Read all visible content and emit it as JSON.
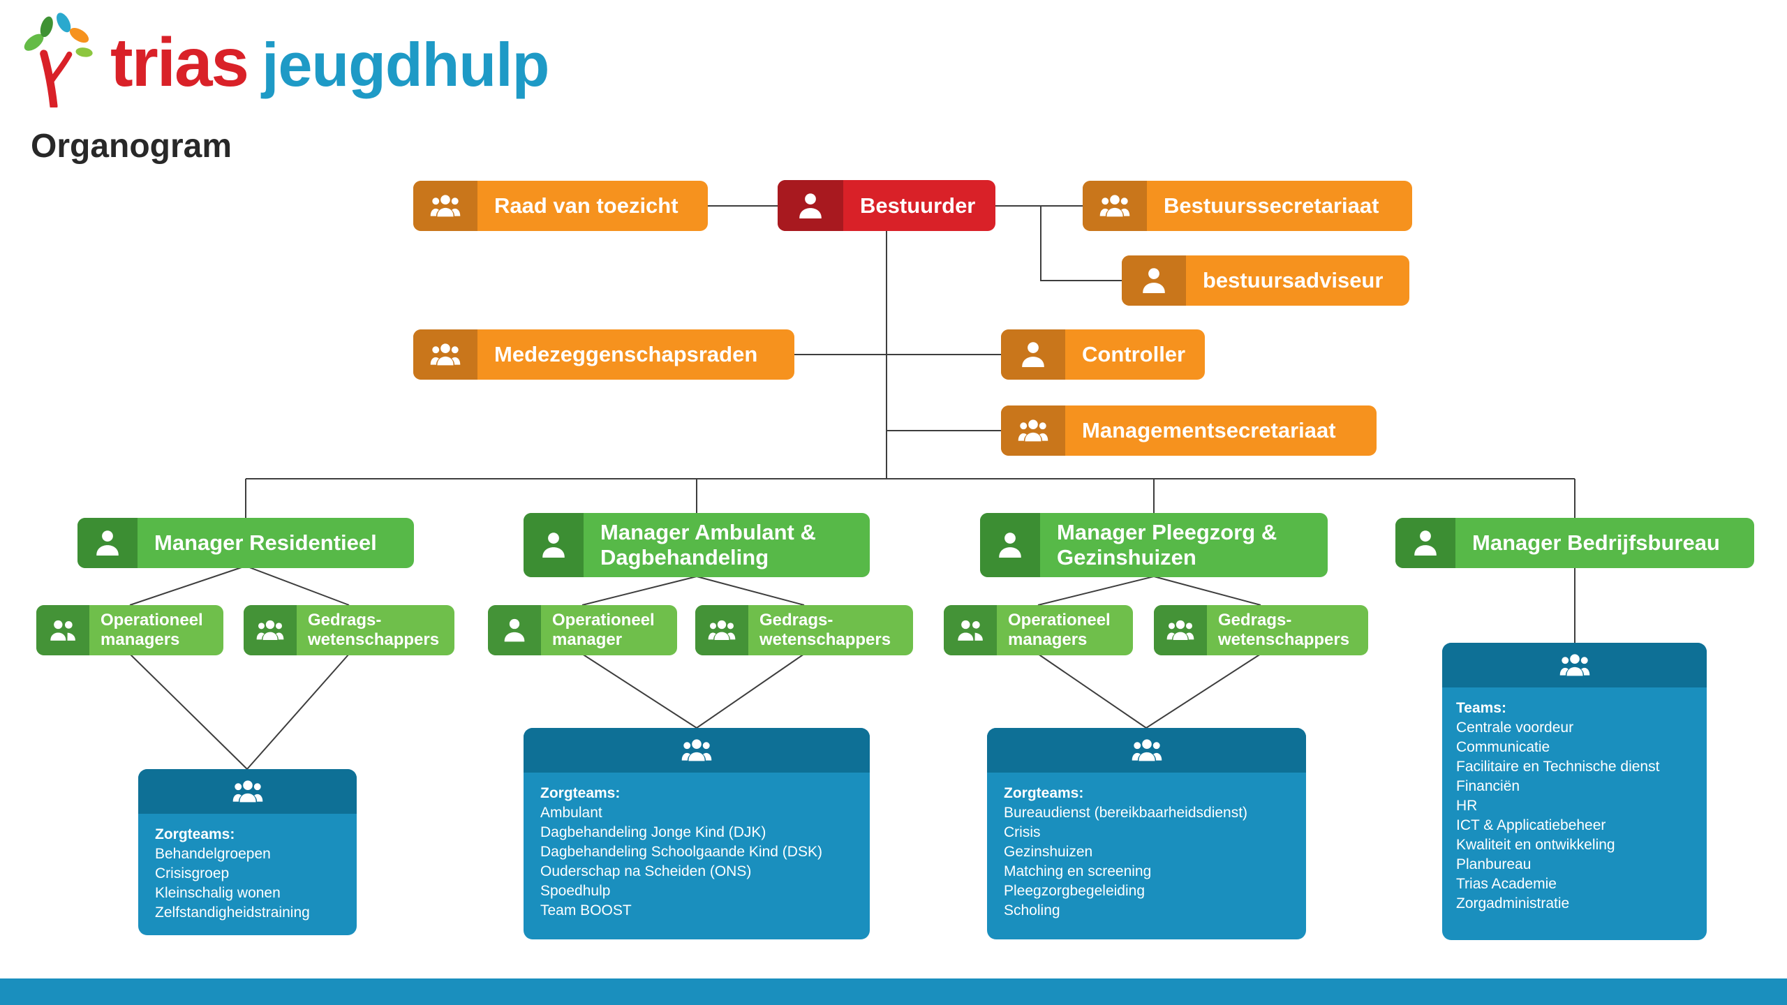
{
  "colors": {
    "red": "#D92128",
    "red_dark": "#A8191F",
    "orange": "#F6921E",
    "orange_dark": "#C9761B",
    "green": "#57B948",
    "green_dark": "#3C8E33",
    "green_light": "#6FBF4B",
    "green_light_dark": "#449337",
    "teal": "#1A8FBE",
    "teal_dark": "#0E7096",
    "line": "#3D3D3D"
  },
  "header": {
    "logo_primary": "trias",
    "logo_secondary": "jeugdhulp",
    "page_title": "Organogram"
  },
  "nodes": {
    "raad_van_toezicht": "Raad van toezicht",
    "bestuurder": "Bestuurder",
    "bestuurssecretariaat": "Bestuurssecretariaat",
    "bestuursadviseur": "bestuursadviseur",
    "medezeggenschapsraden": "Medezeggenschapsraden",
    "controller": "Controller",
    "managementsecretariaat": "Managementsecretariaat",
    "manager_residentieel": "Manager Residentieel",
    "manager_ambulant": "Manager Ambulant & Dagbehandeling",
    "manager_pleegzorg": "Manager Pleegzorg & Gezinshuizen",
    "manager_bedrijfsbureau": "Manager Bedrijfsbureau",
    "residentieel_operationeel": "Operationeel\nmanagers",
    "residentieel_gedrags": "Gedrags-\nwetenschappers",
    "ambulant_operationeel": "Operationeel\nmanager",
    "ambulant_gedrags": "Gedrags-\nwetenschappers",
    "pleegzorg_operationeel": "Operationeel\nmanagers",
    "pleegzorg_gedrags": "Gedrags-\nwetenschappers"
  },
  "teams": {
    "residentieel": {
      "heading": "Zorgteams:",
      "items": [
        "Behandelgroepen",
        "Crisisgroep",
        "Kleinschalig wonen",
        "Zelfstandigheidstraining"
      ]
    },
    "ambulant": {
      "heading": "Zorgteams:",
      "items": [
        "Ambulant",
        "Dagbehandeling Jonge Kind (DJK)",
        "Dagbehandeling Schoolgaande Kind (DSK)",
        "Ouderschap na Scheiden (ONS)",
        "Spoedhulp",
        "Team BOOST"
      ]
    },
    "pleegzorg": {
      "heading": "Zorgteams:",
      "items": [
        "Bureaudienst (bereikbaarheidsdienst)",
        "Crisis",
        "Gezinshuizen",
        "Matching en screening",
        "Pleegzorgbegeleiding",
        "Scholing"
      ]
    },
    "bedrijfsbureau": {
      "heading": "Teams:",
      "items": [
        "Centrale voordeur",
        "Communicatie",
        "Facilitaire en Technische dienst",
        "Financiën",
        "HR",
        "ICT & Applicatiebeheer",
        "Kwaliteit en ontwikkeling",
        "Planbureau",
        "Trias Academie",
        "Zorgadministratie"
      ]
    }
  }
}
